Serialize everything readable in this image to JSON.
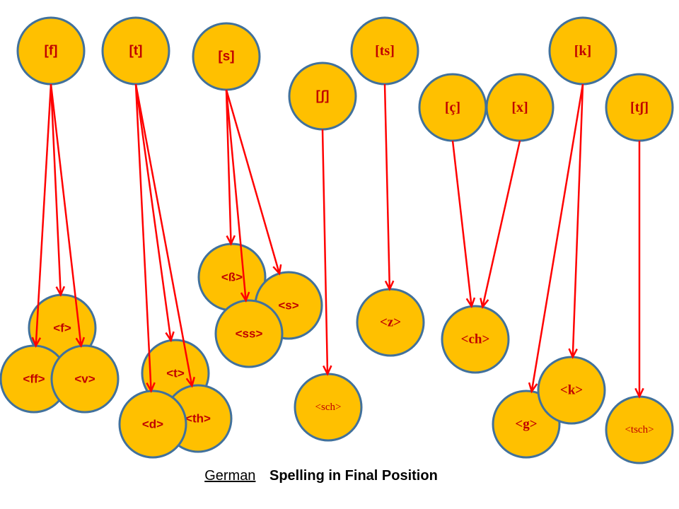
{
  "caption": {
    "language": "German",
    "title": "Spelling in Final Position"
  },
  "colors": {
    "node_fill": "#FFC000",
    "node_stroke": "#41719C",
    "label": "#C00000",
    "arrow": "#FF0000"
  },
  "phones": [
    {
      "id": "f",
      "label": "[f]"
    },
    {
      "id": "t",
      "label": "[t]"
    },
    {
      "id": "s",
      "label": "[s]"
    },
    {
      "id": "sh",
      "label": "[ʃ]"
    },
    {
      "id": "ts",
      "label": "[ts]"
    },
    {
      "id": "c",
      "label": "[ç]"
    },
    {
      "id": "x",
      "label": "[x]"
    },
    {
      "id": "k",
      "label": "[k]"
    },
    {
      "id": "tsh",
      "label": "[tʃ]"
    }
  ],
  "spellings": [
    {
      "id": "f",
      "label": "<f>"
    },
    {
      "id": "ff",
      "label": "<ff>"
    },
    {
      "id": "v",
      "label": "<v>"
    },
    {
      "id": "t",
      "label": "<t>"
    },
    {
      "id": "th",
      "label": "<th>"
    },
    {
      "id": "d",
      "label": "<d>"
    },
    {
      "id": "sz",
      "label": "<ß>"
    },
    {
      "id": "s",
      "label": "<s>"
    },
    {
      "id": "ss",
      "label": "<ss>"
    },
    {
      "id": "sch",
      "label": "<sch>"
    },
    {
      "id": "z",
      "label": "<z>"
    },
    {
      "id": "ch",
      "label": "<ch>"
    },
    {
      "id": "k",
      "label": "<k>"
    },
    {
      "id": "g",
      "label": "<g>"
    },
    {
      "id": "tsch",
      "label": "<tsch>"
    }
  ],
  "mappings": [
    {
      "from": "f",
      "to": "ff"
    },
    {
      "from": "f",
      "to": "f"
    },
    {
      "from": "f",
      "to": "v"
    },
    {
      "from": "t",
      "to": "d"
    },
    {
      "from": "t",
      "to": "t"
    },
    {
      "from": "t",
      "to": "th"
    },
    {
      "from": "s",
      "to": "sz"
    },
    {
      "from": "s",
      "to": "ss"
    },
    {
      "from": "s",
      "to": "s"
    },
    {
      "from": "sh",
      "to": "sch"
    },
    {
      "from": "ts",
      "to": "z"
    },
    {
      "from": "c",
      "to": "ch"
    },
    {
      "from": "x",
      "to": "ch"
    },
    {
      "from": "k",
      "to": "g"
    },
    {
      "from": "k",
      "to": "k"
    },
    {
      "from": "tsh",
      "to": "tsch"
    }
  ]
}
